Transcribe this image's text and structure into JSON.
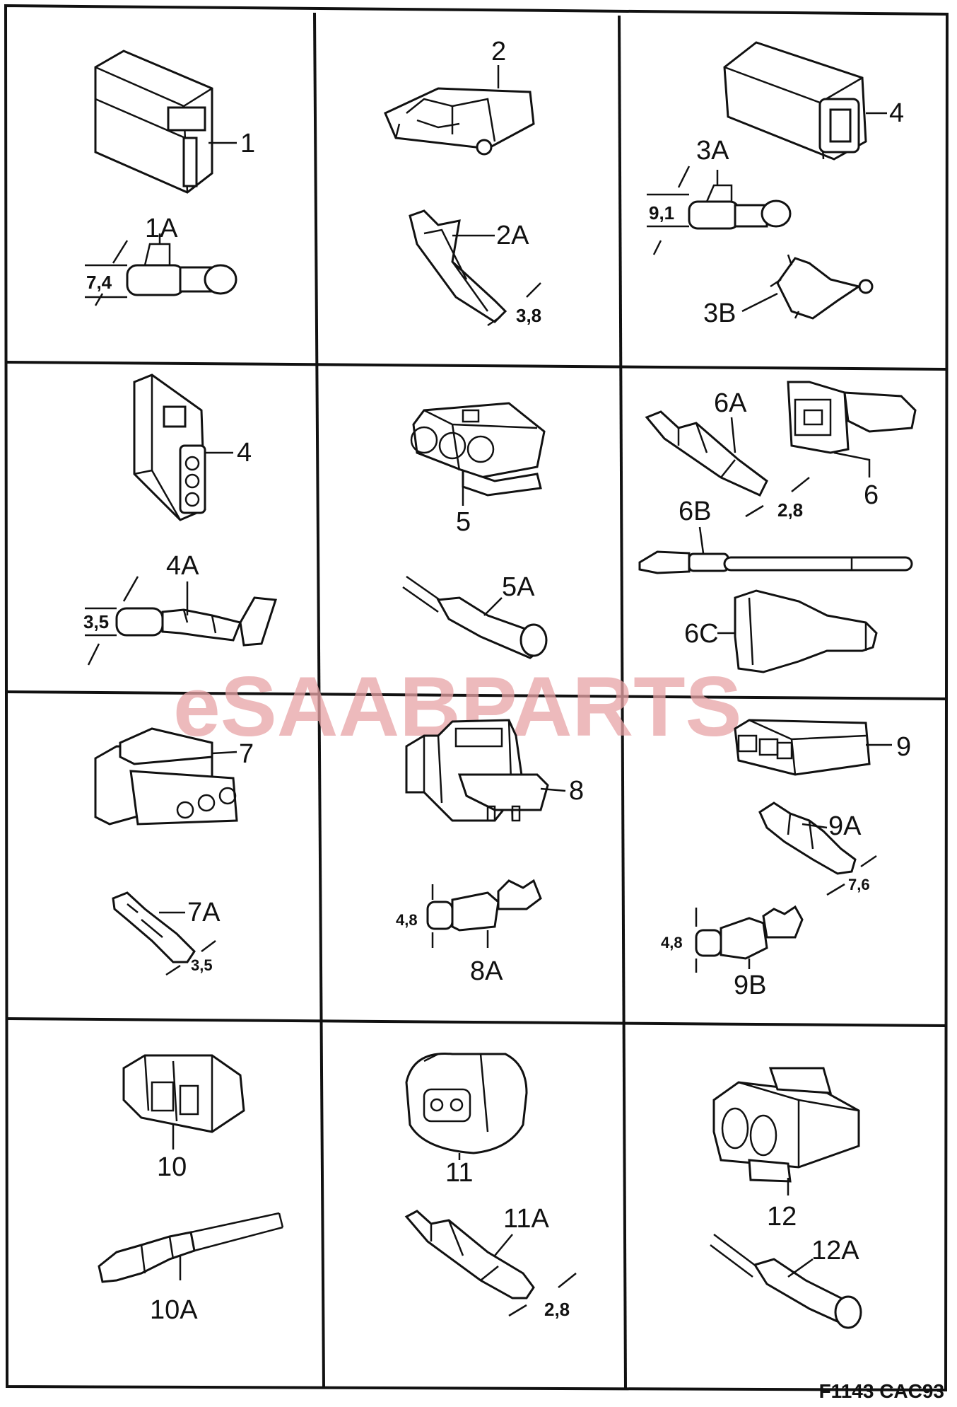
{
  "watermark": "eSAABPARTS",
  "reference": "F1143 CAC93",
  "labels": {
    "p1": "1",
    "p1A": "1A",
    "d1A": "7,4",
    "p2": "2",
    "p2A": "2A",
    "d2A": "3,8",
    "p4top": "4",
    "p3A": "3A",
    "d3A": "9,1",
    "p3B": "3B",
    "p4": "4",
    "p4A": "4A",
    "d4A": "3,5",
    "p5": "5",
    "p5A": "5A",
    "p6A": "6A",
    "p6": "6",
    "d6A": "2,8",
    "p6B": "6B",
    "p6C": "6C",
    "p7": "7",
    "p7A": "7A",
    "d7A": "3,5",
    "p8": "8",
    "p8A": "8A",
    "d8A": "4,8",
    "p9": "9",
    "p9A": "9A",
    "d9A": "7,6",
    "p9B": "9B",
    "d9B": "4,8",
    "p10": "10",
    "p10A": "10A",
    "p11": "11",
    "p11A": "11A",
    "d11A": "2,8",
    "p12": "12",
    "p12A": "12A"
  }
}
